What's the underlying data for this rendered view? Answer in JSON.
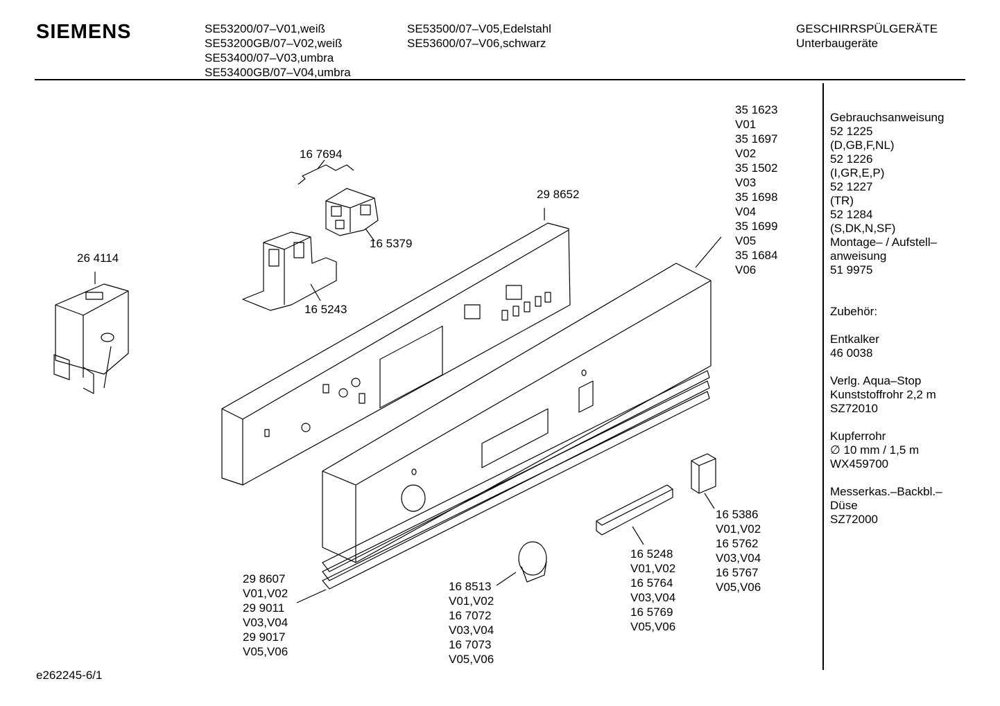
{
  "brand": "SIEMENS",
  "models_col1": [
    "SE53200/07–V01,weiß",
    "SE53200GB/07–V02,weiß",
    "SE53400/07–V03,umbra",
    "SE53400GB/07–V04,umbra"
  ],
  "models_col2": [
    "SE53500/07–V05,Edelstahl",
    "SE53600/07–V06,schwarz"
  ],
  "category": [
    "GESCHIRRSPÜLGERÄTE",
    "Unterbaugeräte"
  ],
  "parts": {
    "p167694": [
      "16 7694"
    ],
    "p298652": [
      "29 8652"
    ],
    "p165379": [
      "16 5379"
    ],
    "p165243": [
      "16 5243"
    ],
    "p264114": [
      "26 4114"
    ],
    "p35panel": [
      "35 1623",
      "V01",
      "35 1697",
      "V02",
      "35 1502",
      "V03",
      "35 1698",
      "V04",
      "35 1699",
      "V05",
      "35 1684",
      "V06"
    ],
    "p298607": [
      "29 8607",
      "V01,V02",
      "29 9011",
      "V03,V04",
      "29 9017",
      "V05,V06"
    ],
    "p168513": [
      "16 8513",
      "V01,V02",
      "16 7072",
      "V03,V04",
      "16 7073",
      "V05,V06"
    ],
    "p165248": [
      "16 5248",
      "V01,V02",
      "16 5764",
      "V03,V04",
      "16 5769",
      "V05,V06"
    ],
    "p165386": [
      "16 5386",
      "V01,V02",
      "16 5762",
      "V03,V04",
      "16 5767",
      "V05,V06"
    ]
  },
  "sidebar": {
    "lines": [
      [
        "Gebrauchsanweisung",
        "52 1225",
        "(D,GB,F,NL)",
        "52 1226",
        "(I,GR,E,P)",
        "52 1227",
        "(TR)",
        "52 1284",
        "(S,DK,N,SF)",
        "Montage– / Aufstell–",
        "anweisung",
        "51 9975"
      ],
      [
        "Zubehör:"
      ],
      [
        "Entkalker",
        "46 0038"
      ],
      [
        "Verlg. Aqua–Stop",
        "Kunststoffrohr 2,2 m",
        "SZ72010"
      ],
      [
        "Kupferrohr",
        "∅ 10 mm / 1,5 m",
        "WX459700"
      ],
      [
        "Messerkas.–Backbl.–",
        "Düse",
        "SZ72000"
      ]
    ]
  },
  "footer": "e262245-6/1"
}
